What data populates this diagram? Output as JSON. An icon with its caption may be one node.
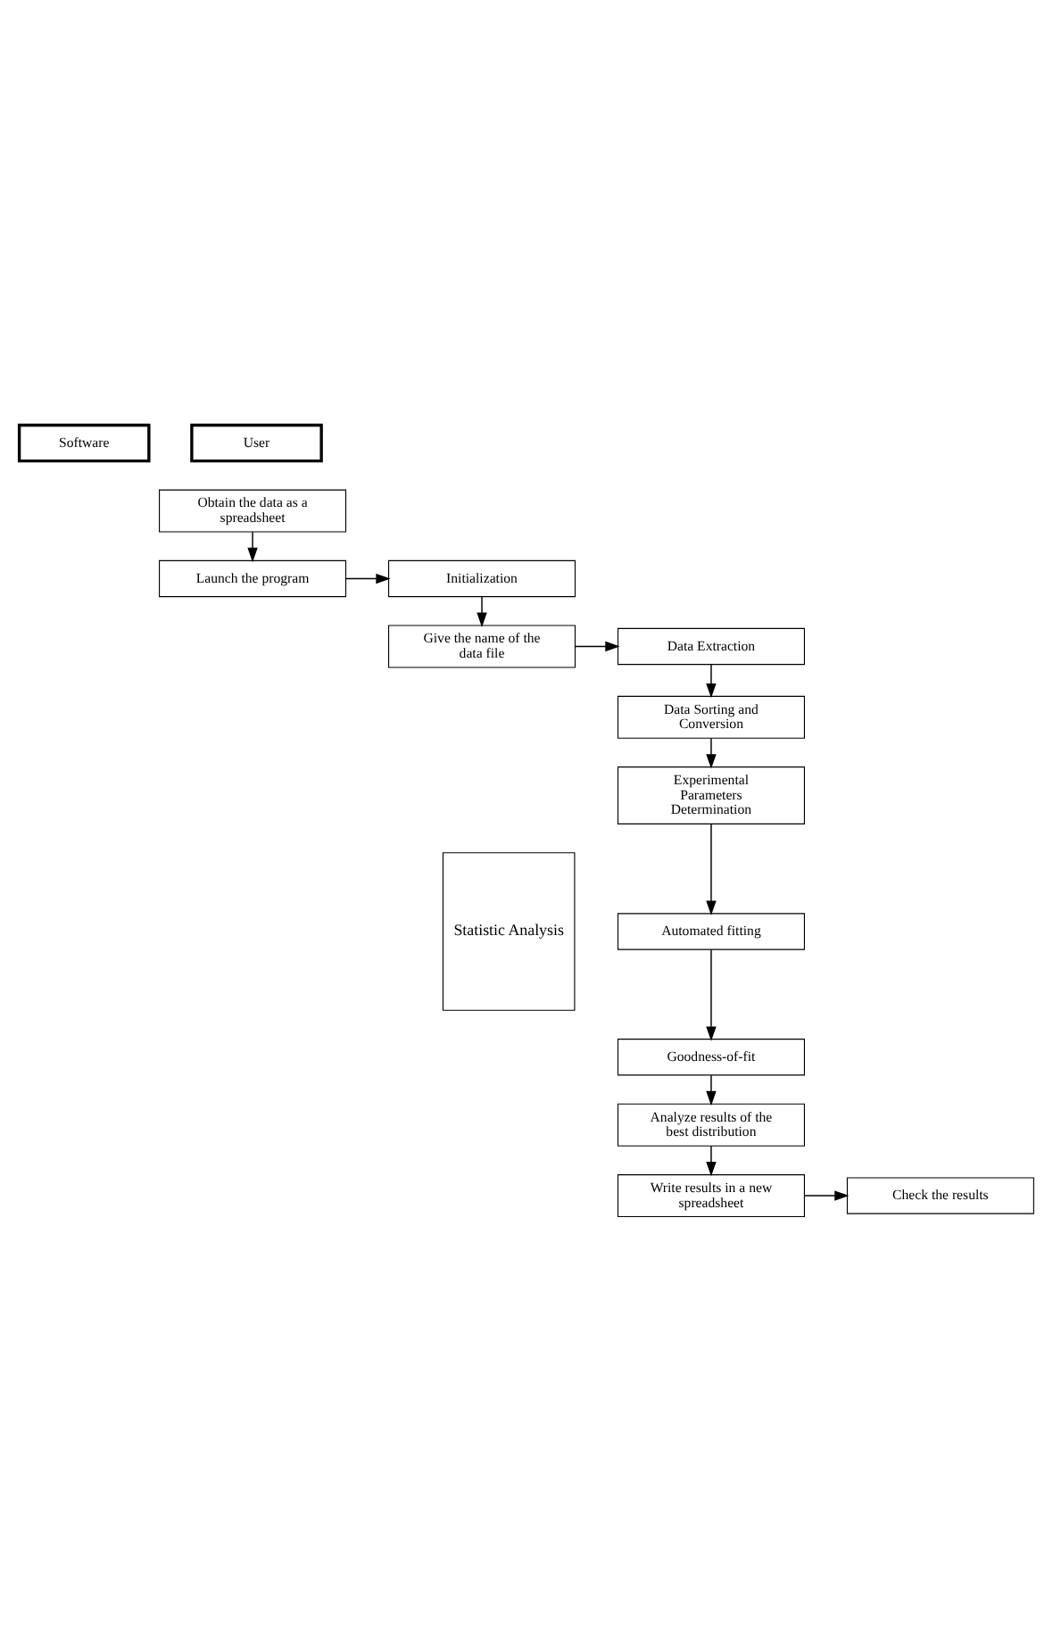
{
  "diagram": {
    "nodes": [
      {
        "text": [
          "Software"
        ]
      },
      {
        "text": [
          "User"
        ]
      },
      {
        "text": [
          "Obtain the data as a spreadsheet"
        ]
      },
      {
        "text": [
          "Launch the program"
        ]
      },
      {
        "text": [
          "Initialization"
        ]
      },
      {
        "text": [
          "Give the name of the data file"
        ]
      },
      {
        "text": [
          "Data Extraction"
        ]
      },
      {
        "text": [
          "Data Sorting and Conversion"
        ]
      },
      {
        "text": [
          "Statistic Analysis"
        ]
      },
      {
        "text": [
          "Experimental Parameters Determination"
        ]
      },
      {
        "text": [
          "Automated fitting"
        ]
      },
      {
        "text": [
          "Goodness-of-fit"
        ]
      },
      {
        "text": [
          "Analyze results of the best distribution"
        ]
      },
      {
        "text": [
          "Write results in a new spreadsheet"
        ]
      },
      {
        "text": [
          "Check the results"
        ]
      }
    ],
    "edges": [
      {
        "from": 2,
        "to": 3,
        "arrow": "to"
      },
      {
        "from": 3,
        "to": 4,
        "arrow": "to"
      },
      {
        "from": 4,
        "to": 5,
        "arrow": "to"
      },
      {
        "from": 5,
        "to": 6,
        "arrow": "to"
      },
      {
        "from": 6,
        "to": 7,
        "arrow": "to"
      },
      {
        "from": 7,
        "to": 9,
        "arrow": "to"
      },
      {
        "from": 9,
        "to": 10,
        "arrow": "to"
      },
      {
        "from": 10,
        "to": 11,
        "arrow": "to"
      },
      {
        "from": 11,
        "to": 12,
        "arrow": "to"
      },
      {
        "from": 12,
        "to": 13,
        "arrow": "to"
      },
      {
        "from": 13,
        "to": 14,
        "arrow": "to"
      }
    ]
  }
}
